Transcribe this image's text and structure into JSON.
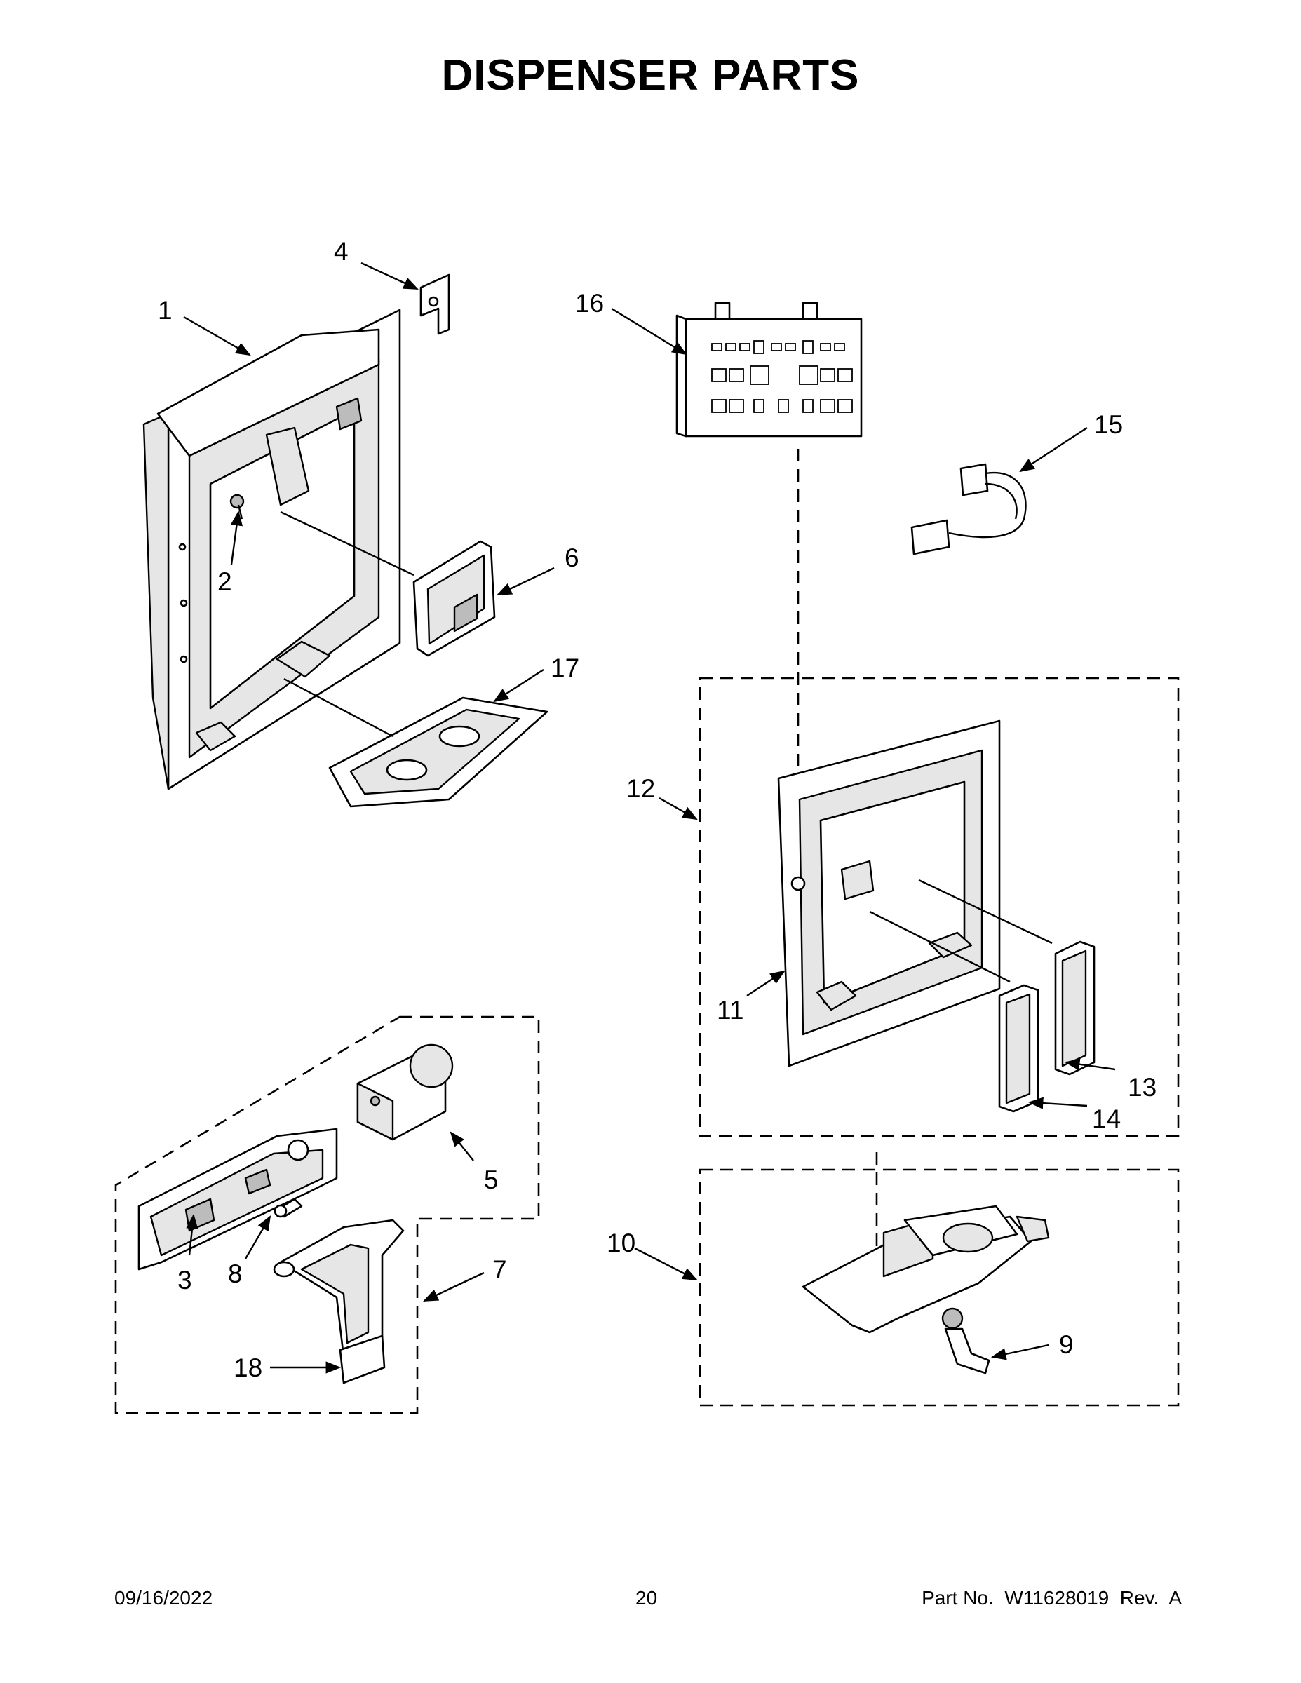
{
  "page": {
    "title": "DISPENSER PARTS",
    "footer": {
      "date": "09/16/2022",
      "page_number": "20",
      "part_info": "Part No.  W11628019  Rev.  A"
    }
  },
  "callouts": [
    "1",
    "2",
    "3",
    "4",
    "5",
    "6",
    "7",
    "8",
    "9",
    "10",
    "11",
    "12",
    "13",
    "14",
    "15",
    "16",
    "17",
    "18"
  ]
}
